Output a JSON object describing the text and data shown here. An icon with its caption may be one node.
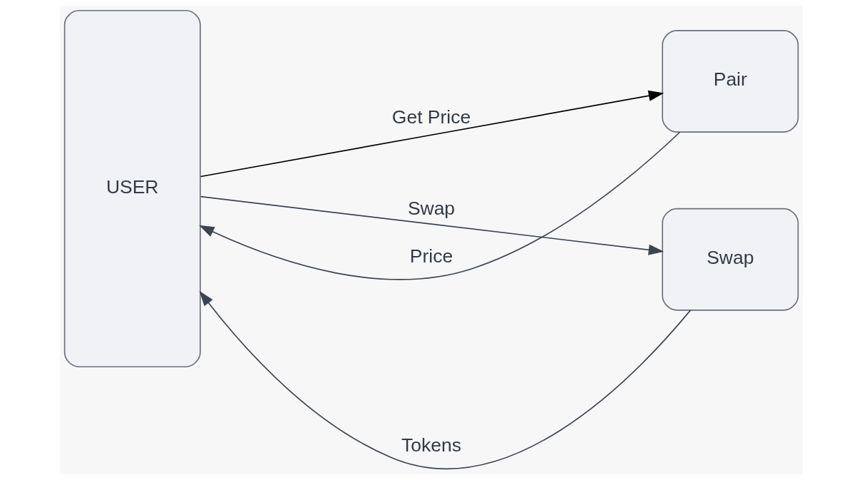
{
  "diagram": {
    "nodes": [
      {
        "text": [
          "USER"
        ]
      },
      {
        "text": [
          "Pair"
        ]
      },
      {
        "text": [
          "Swap"
        ]
      }
    ],
    "edges": [
      {
        "from": 0,
        "to": 1,
        "arrow": "to",
        "label": "Get Price",
        "color": "#000000"
      },
      {
        "from": 1,
        "to": 0,
        "arrow": "to",
        "label": "Price"
      },
      {
        "from": 0,
        "to": 2,
        "arrow": "to",
        "label": "Swap"
      },
      {
        "from": 2,
        "to": 0,
        "arrow": "to",
        "label": "Tokens"
      }
    ]
  }
}
